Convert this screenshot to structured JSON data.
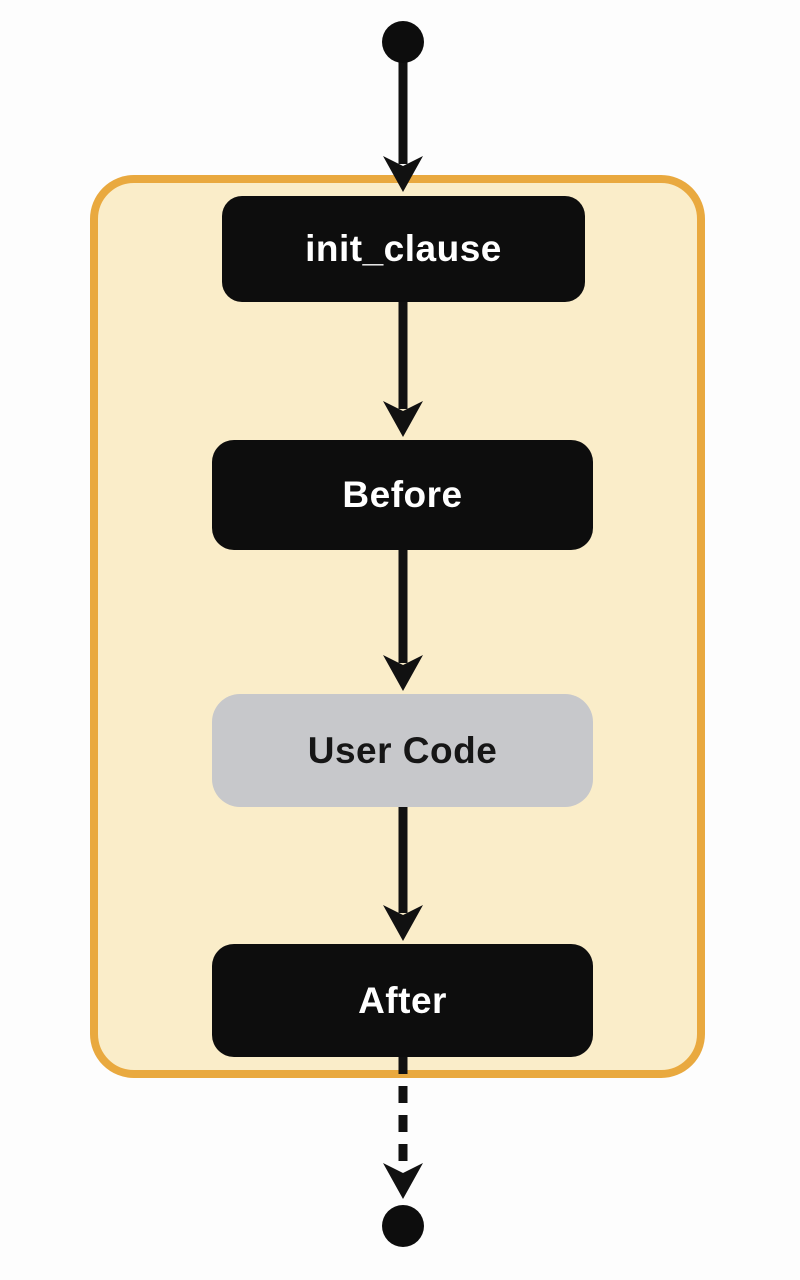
{
  "diagram": {
    "type": "flowchart",
    "direction": "top-to-bottom",
    "frame": {
      "fill": "#faedc9",
      "border_color": "#e9a93f",
      "border_style": "solid-rounded"
    },
    "start_node": {
      "kind": "initial-state-dot",
      "color": "#0d0d0d"
    },
    "end_node": {
      "kind": "final-state-dot",
      "color": "#0d0d0d"
    },
    "nodes": {
      "init_clause": {
        "label": "init_clause",
        "fill": "#0d0d0d",
        "text_color": "#ffffff"
      },
      "before": {
        "label": "Before",
        "fill": "#0d0d0d",
        "text_color": "#ffffff"
      },
      "user_code": {
        "label": "User Code",
        "fill": "#c7c8cb",
        "text_color": "#161616"
      },
      "after": {
        "label": "After",
        "fill": "#0d0d0d",
        "text_color": "#ffffff"
      }
    },
    "edges": [
      {
        "from": "start",
        "to": "init_clause",
        "style": "solid"
      },
      {
        "from": "init_clause",
        "to": "before",
        "style": "solid"
      },
      {
        "from": "before",
        "to": "user_code",
        "style": "solid"
      },
      {
        "from": "user_code",
        "to": "after",
        "style": "solid"
      },
      {
        "from": "after",
        "to": "end",
        "style": "dashed"
      }
    ],
    "colors": {
      "background": "#fdfdfd",
      "arrow": "#111111",
      "frame_fill": "#faedc9",
      "frame_border": "#e9a93f",
      "node_black": "#0d0d0d",
      "node_gray": "#c7c8cb"
    }
  }
}
